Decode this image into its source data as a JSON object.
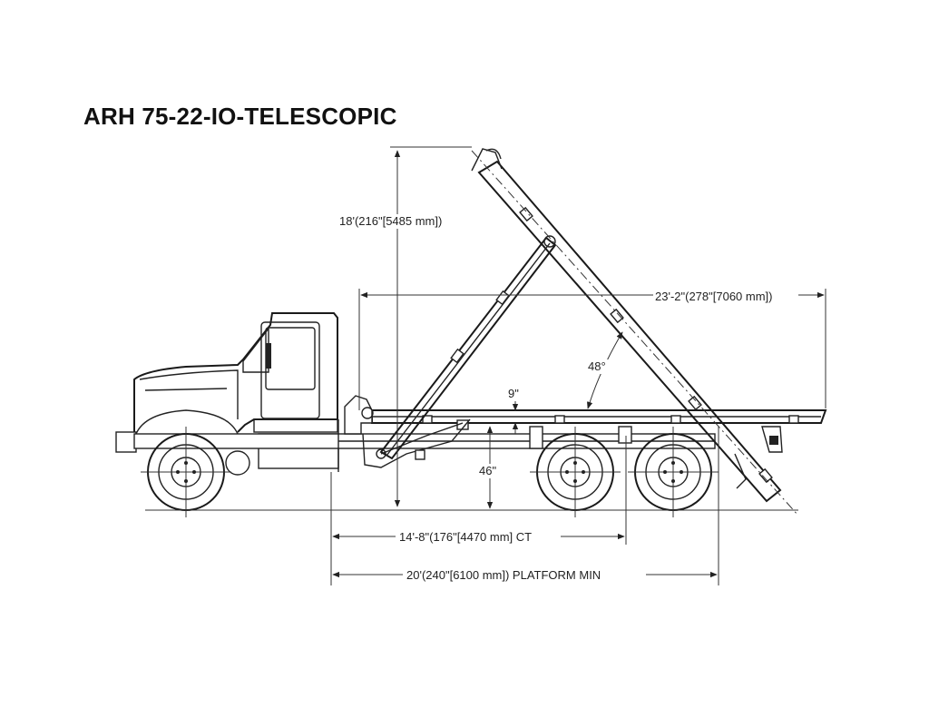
{
  "title": "ARH 75-22-IO-TELESCOPIC",
  "dimensions": {
    "max_height": "18'(216\"[5485 mm])",
    "max_length": "23'-2\"(278\"[7060 mm])",
    "dump_angle": "48°",
    "hook_offset": "9\"",
    "platform_height": "46\"",
    "cab_to_tandem": "14'-8\"(176\"[4470 mm] CT",
    "platform_min": "20'(240\"[6100 mm]) PLATFORM MIN"
  }
}
